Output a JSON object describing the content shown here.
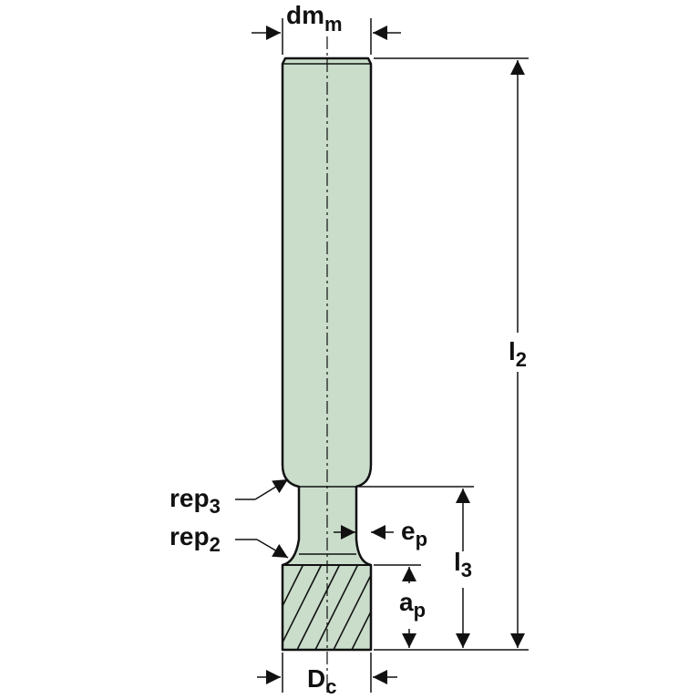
{
  "labels": {
    "dm_main": "dm",
    "dm_sub": "m",
    "l2_main": "l",
    "l2_sub": "2",
    "l3_main": "l",
    "l3_sub": "3",
    "rep3_main": "rep",
    "rep3_sub": "3",
    "rep2_main": "rep",
    "rep2_sub": "2",
    "ep_main": "e",
    "ep_sub": "p",
    "ap_main": "a",
    "ap_sub": "p",
    "dc_main": "D",
    "dc_sub": "c"
  },
  "colors": {
    "body_fill": "#c9ddca",
    "outline": "#111111",
    "background": "#ffffff"
  }
}
